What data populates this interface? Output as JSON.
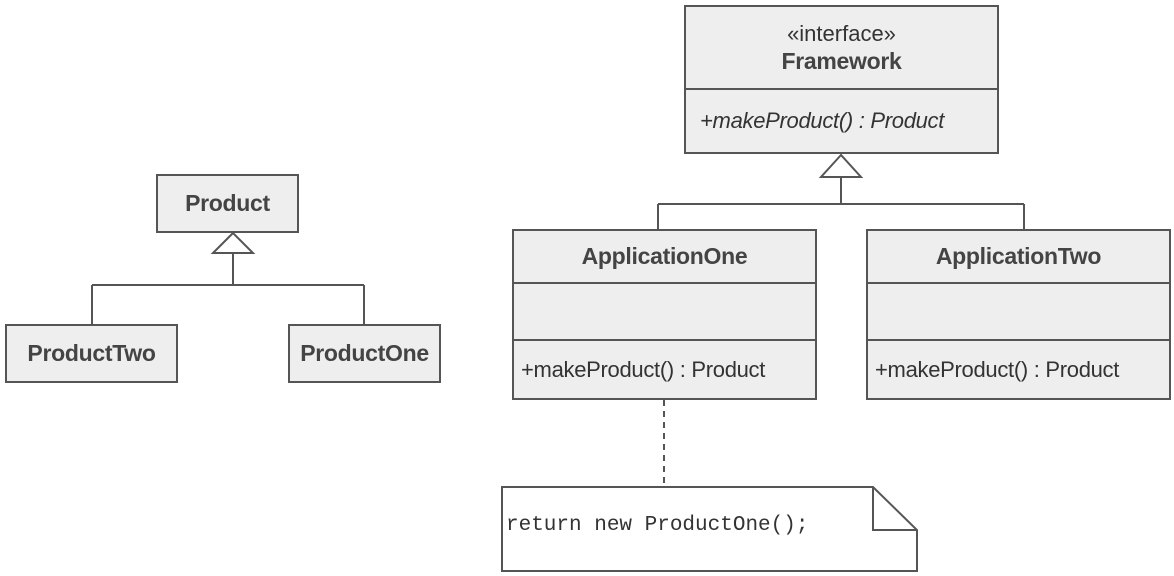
{
  "colors": {
    "box_fill": "#eeeeee",
    "border": "#555555",
    "text": "#333333"
  },
  "framework": {
    "stereotype": "«interface»",
    "name": "Framework",
    "operation": "+makeProduct() : Product"
  },
  "application_one": {
    "name": "ApplicationOne",
    "operation": "+makeProduct() : Product"
  },
  "application_two": {
    "name": "ApplicationTwo",
    "operation": "+makeProduct() : Product"
  },
  "product": {
    "name": "Product"
  },
  "product_two": {
    "name": "ProductTwo"
  },
  "product_one": {
    "name": "ProductOne"
  },
  "note": {
    "text": "return new ProductOne();"
  }
}
